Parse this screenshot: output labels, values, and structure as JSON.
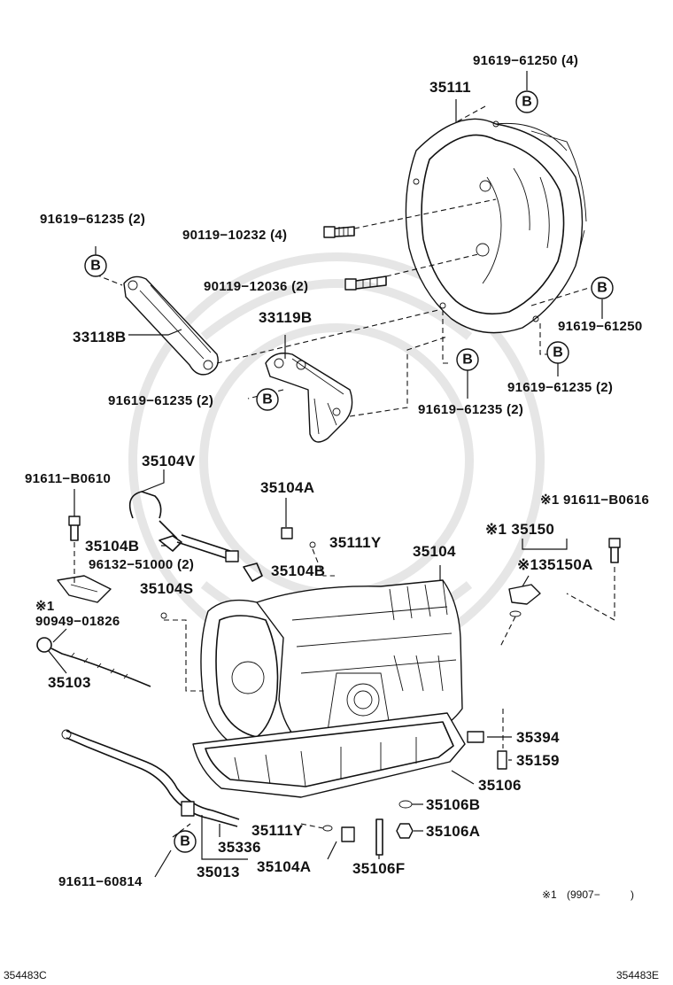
{
  "callouts": {
    "bolt_91619_61250_4": "91619−61250 (4)",
    "housing_35111": "35111",
    "bolt_91619_61235_2_top": "91619−61235 (2)",
    "bolt_90119_10232_4": "90119−10232 (4)",
    "bolt_90119_12036_2": "90119−12036 (2)",
    "bracket_33119B": "33119B",
    "bracket_33118B": "33118B",
    "bolt_91619_61250": "91619−61250",
    "bolt_91619_61235_2_left": "91619−61235 (2)",
    "bolt_91619_61235_2_mid": "91619−61235 (2)",
    "bolt_91619_61235_2_right": "91619−61235 (2)",
    "bolt_91611_B0610": "91611−B0610",
    "hose_35104V": "35104V",
    "clip_35104A_top": "35104A",
    "note_bolt_91611_B0616": "※1 91611−B0616",
    "clip_35104B_left": "35104B",
    "ring_35111Y_top": "35111Y",
    "clamp_96132_51000_2": "96132−51000 (2)",
    "clip_35104B_right": "35104B",
    "transmission_35104": "35104",
    "note_35150": "※1 35150",
    "note_135150A": "※135150A",
    "plug_35104S": "35104S",
    "note_mark_1": "※1",
    "gasket_90949_01826": "90949−01826",
    "dipstick_35103": "35103",
    "part_35394": "35394",
    "part_35159": "35159",
    "pan_35106": "35106",
    "part_35106B": "35106B",
    "ring_35111Y_bottom": "35111Y",
    "plug_35106A": "35106A",
    "part_35336": "35336",
    "bolt_91611_60814": "91611−60814",
    "tube_35013": "35013",
    "clip_35104A_bottom": "35104A",
    "plug_35106F": "35106F"
  },
  "b_marker_letter": "B",
  "footnote": {
    "mark": "※1",
    "text": "(9907−",
    "close": ")"
  },
  "codes": {
    "left": "354483C",
    "right": "354483E"
  }
}
